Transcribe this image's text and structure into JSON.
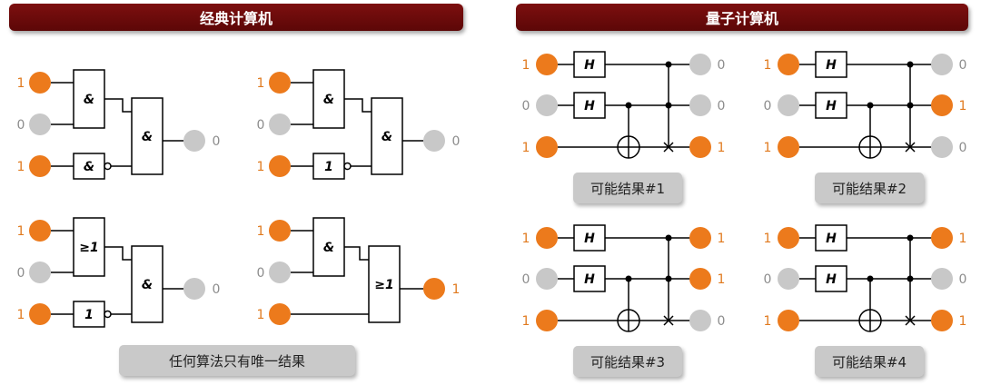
{
  "classical": {
    "title": "经典计算机",
    "caption": "任何算法只有唯一结果",
    "circuits": [
      {
        "inputs": [
          "1",
          "0",
          "1"
        ],
        "gate1": "&",
        "gate2": "&",
        "gate3": "&",
        "output": "0"
      },
      {
        "inputs": [
          "1",
          "0",
          "1"
        ],
        "gate1": "&",
        "gate2": "1",
        "gate3": "&",
        "output": "0"
      },
      {
        "inputs": [
          "1",
          "0",
          "1"
        ],
        "gate1": "≥1",
        "gate2": "1",
        "gate3": "&",
        "output": "0"
      },
      {
        "inputs": [
          "1",
          "0",
          "1"
        ],
        "gate1": "&",
        "gate3": "≥1",
        "output": "1"
      }
    ]
  },
  "quantum": {
    "title": "量子计算机",
    "hadamard": "H",
    "circuits": [
      {
        "inputs": [
          "1",
          "0",
          "1"
        ],
        "outputs": [
          "0",
          "0",
          "1"
        ],
        "caption": "可能结果#1"
      },
      {
        "inputs": [
          "1",
          "0",
          "1"
        ],
        "outputs": [
          "0",
          "1",
          "0"
        ],
        "caption": "可能结果#2"
      },
      {
        "inputs": [
          "1",
          "0",
          "1"
        ],
        "outputs": [
          "1",
          "1",
          "0"
        ],
        "caption": "可能结果#3"
      },
      {
        "inputs": [
          "1",
          "0",
          "1"
        ],
        "outputs": [
          "1",
          "0",
          "1"
        ],
        "caption": "可能结果#4"
      }
    ]
  },
  "colors": {
    "one": "#ec7a1c",
    "zero": "#c8c8c8",
    "one_text": "#e07a1f",
    "zero_text": "#8c8c8c",
    "banner": "#6e0a0a"
  }
}
